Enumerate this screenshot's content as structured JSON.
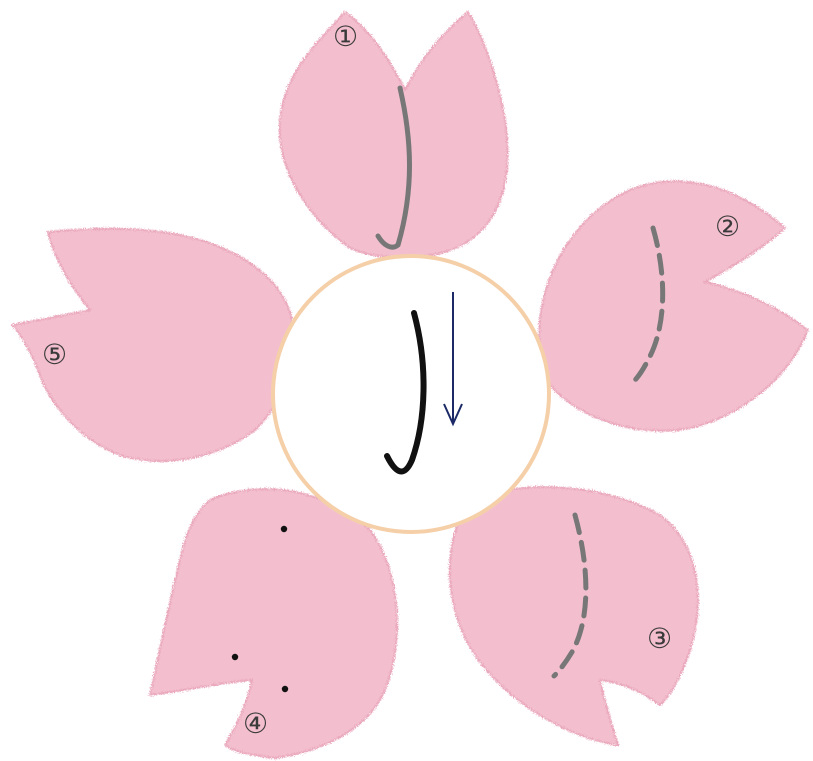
{
  "colors": {
    "petal": "#f3bfcf",
    "petal_shade": "#eaa9bd",
    "center_fill": "#ffffff",
    "center_ring": "#f5cfa8",
    "stroke_gray": "#777777",
    "stroke_black": "#111111",
    "arrow": "#1b2a66"
  },
  "petals": [
    {
      "label": "①",
      "stroke_style": "solid"
    },
    {
      "label": "②",
      "stroke_style": "dashed"
    },
    {
      "label": "③",
      "stroke_style": "dashed"
    },
    {
      "label": "④",
      "stroke_style": "dots"
    },
    {
      "label": "⑤",
      "stroke_style": "none"
    }
  ],
  "center": {
    "arrow_direction": "down"
  }
}
